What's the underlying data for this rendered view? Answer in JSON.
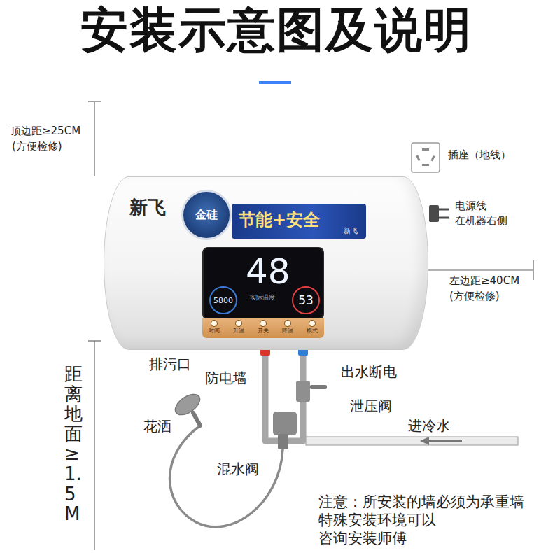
{
  "diagram": {
    "title": "安装示意图及说明",
    "nodes": [
      {
        "text": [
          "新飞"
        ]
      },
      {
        "text": [
          "金硅"
        ],
        "in": 0
      },
      {
        "text": [
          "节能+安全",
          "新飞"
        ],
        "in": 0
      },
      {
        "text": [
          "5800",
          "48",
          "实际温度",
          "53"
        ],
        "in": 0
      },
      {
        "text": [
          "时间",
          "升温",
          "开关",
          "降温",
          "模式"
        ],
        "in": 0
      }
    ],
    "labels": [
      "顶边距≥25CM",
      "(方便检修)",
      "插座（地线）",
      "电源线",
      "在机器右侧",
      "左边距≥40CM",
      "(方便检修)",
      "距离地面≥1.5M",
      "排污口",
      "防电墙",
      "出水断电",
      "泄压阀",
      "进冷水",
      "花洒",
      "混水阀",
      "注意：所安装的墙必须为承重墙 特殊安装环境可以 咨询安装师傅"
    ]
  }
}
